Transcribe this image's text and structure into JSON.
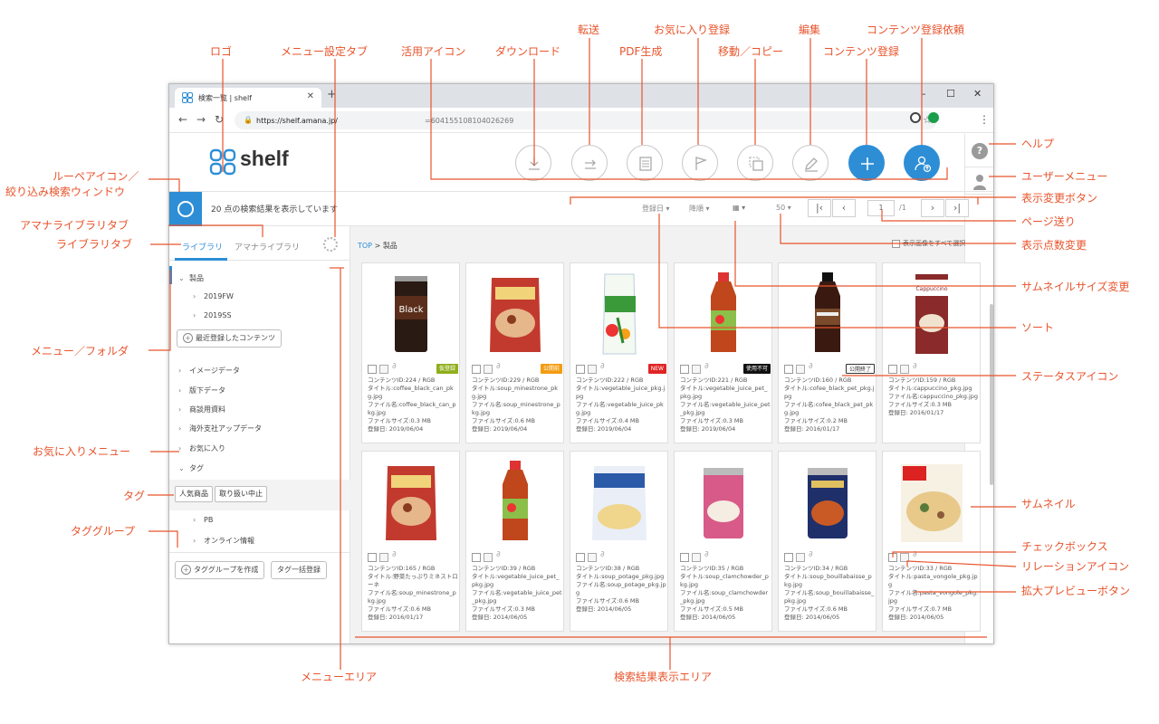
{
  "callouts": {
    "logo": "ロゴ",
    "menu_setting_tab": "メニュー設定タブ",
    "use_icon": "活用アイコン",
    "download": "ダウンロード",
    "transfer": "転送",
    "pdf": "PDF生成",
    "favorite_register": "お気に入り登録",
    "move_copy": "移動／コピー",
    "edit": "編集",
    "content_register": "コンテンツ登録",
    "content_register_request": "コンテンツ登録依頼",
    "help": "ヘルプ",
    "user_menu": "ユーザーメニュー",
    "loupe_line1": "ルーペアイコン／",
    "loupe_line2": "絞り込み検索ウィンドウ",
    "display_change": "表示変更ボタン",
    "amana_library_tab": "アマナライブラリタブ",
    "library_tab": "ライブラリタブ",
    "paging": "ページ送り",
    "count_change": "表示点数変更",
    "thumb_size": "サムネイルサイズ変更",
    "sort": "ソート",
    "menu_folder": "メニュー／フォルダ",
    "status_icon": "ステータスアイコン",
    "favorite_menu": "お気に入りメニュー",
    "tag": "タグ",
    "thumbnail": "サムネイル",
    "tag_group": "タググループ",
    "checkbox": "チェックボックス",
    "relation_icon": "リレーションアイコン",
    "zoom_preview": "拡大プレビューボタン",
    "menu_area": "メニューエリア",
    "result_area": "検索結果表示エリア"
  },
  "browser": {
    "tab_title": "検索一覧 | shelf",
    "url": "https://shelf.amana.jp/",
    "url_rest": "=604155108104026269"
  },
  "app": {
    "logo_text": "shelf",
    "result_count": "20 点の検索結果を表示しています",
    "sort_field": "登録日",
    "sort_order": "降順",
    "per_page": "50",
    "page_current": "1",
    "page_total": "/1",
    "tabs": {
      "library": "ライブラリ",
      "amana_library": "アマナライブラリ"
    },
    "breadcrumb_top": "TOP",
    "breadcrumb_sep": ">",
    "breadcrumb_current": "製品",
    "select_all": "表示画像をすべて選択",
    "tree": {
      "products": "製品",
      "fw": "2019FW",
      "ss": "2019SS",
      "recent": "最近登録したコンテンツ",
      "image_data": "イメージデータ",
      "plate_data": "版下データ",
      "sales": "商談用資料",
      "overseas": "海外支社アップデータ",
      "favorites": "お気に入り",
      "tags": "タグ",
      "tag_popular": "人気商品",
      "tag_stop": "取り扱い中止",
      "pb": "PB",
      "online": "オンライン情報",
      "create_group": "タググループを作成",
      "bulk_tag": "タグ一括登録"
    }
  },
  "colors": {
    "accent": "#2d8ed6",
    "callout": "#e8542c"
  },
  "cards": [
    {
      "badge": "仮登録",
      "badge_bg": "#8fae1b",
      "badge_fg": "#ffffff",
      "product": "can-black",
      "meta": [
        "コンテンツID:224 / RGB",
        "タイトル:coffee_black_can_pkg.jpg",
        "ファイル名:coffee_black_can_pkg.jpg",
        "ファイルサイズ:0.3 MB",
        "登録日: 2019/06/04"
      ]
    },
    {
      "badge": "公開前",
      "badge_bg": "#f39c12",
      "badge_fg": "#ffffff",
      "product": "pouch-red",
      "meta": [
        "コンテンツID:229 / RGB",
        "タイトル:soup_minestrone_pkg.jpg",
        "ファイル名:soup_minestrone_pkg.jpg",
        "ファイルサイズ:0.6 MB",
        "登録日: 2019/06/04"
      ]
    },
    {
      "badge": "NEW",
      "badge_bg": "#e02424",
      "badge_fg": "#ffffff",
      "product": "carton-veg",
      "meta": [
        "コンテンツID:222 / RGB",
        "タイトル:vegetable_juice_pkg.jpg",
        "ファイル名:vegetable_juice_pkg.jpg",
        "ファイルサイズ:0.4 MB",
        "登録日: 2019/06/04"
      ]
    },
    {
      "badge": "使用不可",
      "badge_bg": "#111111",
      "badge_fg": "#ffffff",
      "product": "bottle-orange",
      "meta": [
        "コンテンツID:221 / RGB",
        "タイトル:vegetable_juice_pet_pkg.jpg",
        "ファイル名:vegetable_juice_pet_pkg.jpg",
        "ファイルサイズ:0.3 MB",
        "登録日: 2019/06/04"
      ]
    },
    {
      "badge": "公開終了",
      "badge_bg": "#ffffff",
      "badge_fg": "#333333",
      "product": "bottle-dark",
      "meta": [
        "コンテンツID:160 / RGB",
        "タイトル:cofee_black_pet_pkg.jpg",
        "ファイル名:cofee_black_pet_pkg.jpg",
        "ファイルサイズ:0.2 MB",
        "登録日: 2016/01/17"
      ]
    },
    {
      "badge": "",
      "badge_bg": "",
      "badge_fg": "",
      "product": "carton-cappu",
      "meta": [
        "コンテンツID:159 / RGB",
        "タイトル:cappuccino_pkg.jpg",
        "ファイル名:cappuccino_pkg.jpg",
        "ファイルサイズ:0.3 MB",
        "登録日: 2016/01/17"
      ]
    },
    {
      "badge": "",
      "badge_bg": "",
      "badge_fg": "",
      "product": "pouch-red",
      "meta": [
        "コンテンツID:165 / RGB",
        "タイトル:野菜たっぷりミネストローネ",
        "ファイル名:soup_minestrone_pkg.jpg",
        "ファイルサイズ:0.6 MB",
        "登録日: 2016/01/17"
      ]
    },
    {
      "badge": "",
      "badge_bg": "",
      "badge_fg": "",
      "product": "bottle-orange",
      "meta": [
        "コンテンツID:39 / RGB",
        "タイトル:vegetable_juice_pet_pkg.jpg",
        "ファイル名:vegetable_juice_pet_pkg.jpg",
        "ファイルサイズ:0.3 MB",
        "登録日: 2014/06/05"
      ]
    },
    {
      "badge": "",
      "badge_bg": "",
      "badge_fg": "",
      "product": "pouch-potage",
      "meta": [
        "コンテンツID:38 / RGB",
        "タイトル:soup_potage_pkg.jpg",
        "ファイル名:soup_potage_pkg.jpg",
        "ファイルサイズ:0.6 MB",
        "登録日: 2014/06/05"
      ]
    },
    {
      "badge": "",
      "badge_bg": "",
      "badge_fg": "",
      "product": "can-pink",
      "meta": [
        "コンテンツID:35 / RGB",
        "タイトル:soup_clamchowder_pkg.jpg",
        "ファイル名:soup_clamchowder_pkg.jpg",
        "ファイルサイズ:0.5 MB",
        "登録日: 2014/06/05"
      ]
    },
    {
      "badge": "",
      "badge_bg": "",
      "badge_fg": "",
      "product": "can-navy",
      "meta": [
        "コンテンツID:34 / RGB",
        "タイトル:soup_bouillabaisse_pkg.jpg",
        "ファイル名:soup_bouillabaisse_pkg.jpg",
        "ファイルサイズ:0.6 MB",
        "登録日: 2014/06/05"
      ]
    },
    {
      "badge": "",
      "badge_bg": "",
      "badge_fg": "",
      "product": "pasta",
      "meta": [
        "コンテンツID:33 / RGB",
        "タイトル:pasta_vongole_pkg.jpg",
        "ファイル名:pasta_vongole_pkg.jpg",
        "ファイルサイズ:0.7 MB",
        "登録日: 2014/06/05"
      ]
    }
  ]
}
